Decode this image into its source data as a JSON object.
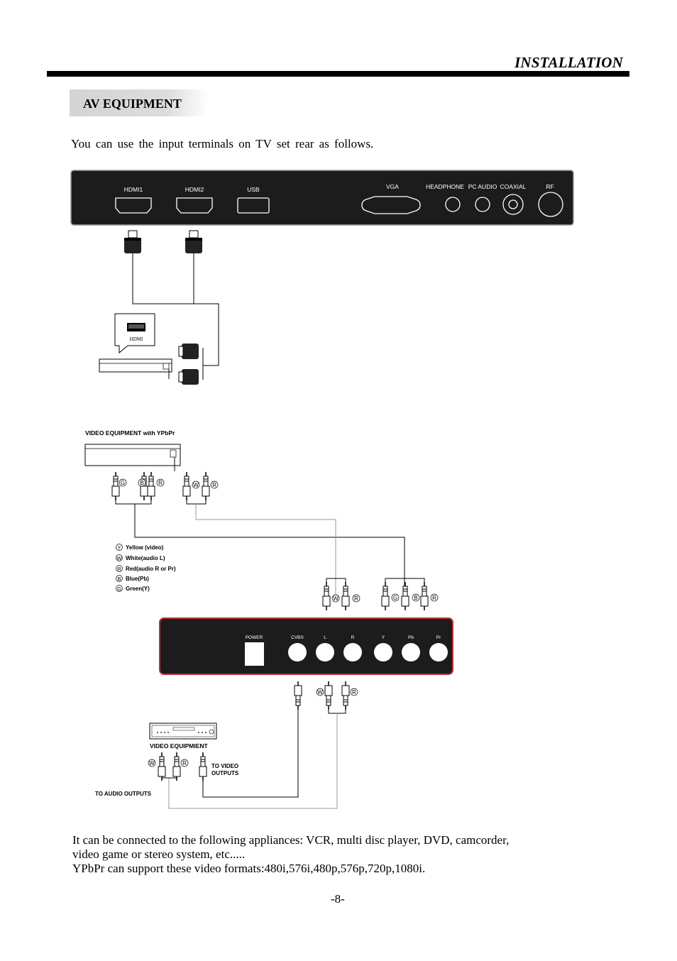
{
  "header": {
    "title": "INSTALLATION"
  },
  "section": {
    "title": "AV EQUIPMENT"
  },
  "intro": "You  can  use  the  input  terminals  on  TV  set  rear  as  follows.",
  "tv_panel": {
    "ports": [
      "HDMI1",
      "HDMI2",
      "USB",
      "VGA",
      "HEADPHONE",
      "PC AUDIO",
      "COAXIAL",
      "RF"
    ]
  },
  "hdmi_device": {
    "label": "HDMI"
  },
  "ypbpr": {
    "title": "VIDEO EQUIPMENT with YPbPr",
    "legend": [
      {
        "key": "Y",
        "text": "Yellow (video)"
      },
      {
        "key": "W",
        "text": "White(audio L)"
      },
      {
        "key": "R",
        "text": "Red(audio R or Pr)"
      },
      {
        "key": "B",
        "text": "Blue(Pb)"
      },
      {
        "key": "G",
        "text": "Green(Y)"
      }
    ]
  },
  "av_panel": {
    "ports": [
      "POWER",
      "CVBS",
      "L",
      "R",
      "Y",
      "Pb",
      "Pr"
    ]
  },
  "video_equipment": {
    "title": "VIDEO EQUIPMIENT",
    "to_video_line1": "TO VIDEO",
    "to_video_line2": "OUTPUTS",
    "to_audio": "TO AUDIO OUTPUTS"
  },
  "footer": {
    "line1": "It can be connected to the following appliances: VCR, multi disc player, DVD, camcorder,",
    "line2": "video game or stereo system, etc.....",
    "line3": "YPbPr can support these video formats:480i,576i,480p,576p,720p,1080i."
  },
  "page_number": "-8-",
  "colors": {
    "panel_bg": "#1c1c1c",
    "panel_border": "#b8323a",
    "band": "#d4d4d4"
  }
}
